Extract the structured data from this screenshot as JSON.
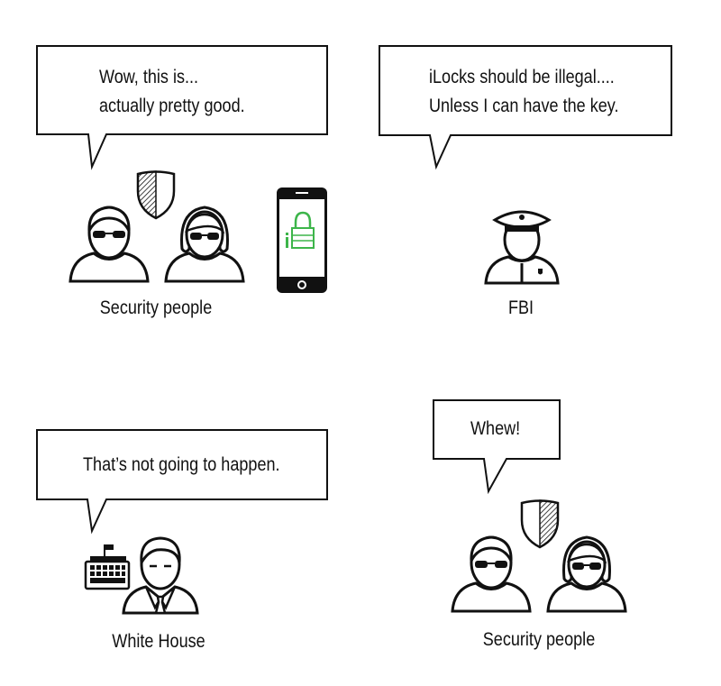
{
  "panels": [
    {
      "bubble_lines": [
        "Wow, this is...",
        "actually pretty good."
      ],
      "caption": "Security people"
    },
    {
      "bubble_lines": [
        "iLocks should be illegal....",
        "Unless I can have the key."
      ],
      "caption": "FBI"
    },
    {
      "bubble_lines": [
        "That’s not going to happen."
      ],
      "caption": "White House"
    },
    {
      "bubble_lines": [
        "Whew!"
      ],
      "caption": "Security people"
    }
  ],
  "colors": {
    "stroke": "#111111",
    "accent_green": "#3db54a"
  },
  "icons": [
    "shield-icon",
    "phone-lock-icon",
    "police-officer-icon",
    "typewriter-icon",
    "man-with-tie-icon"
  ]
}
